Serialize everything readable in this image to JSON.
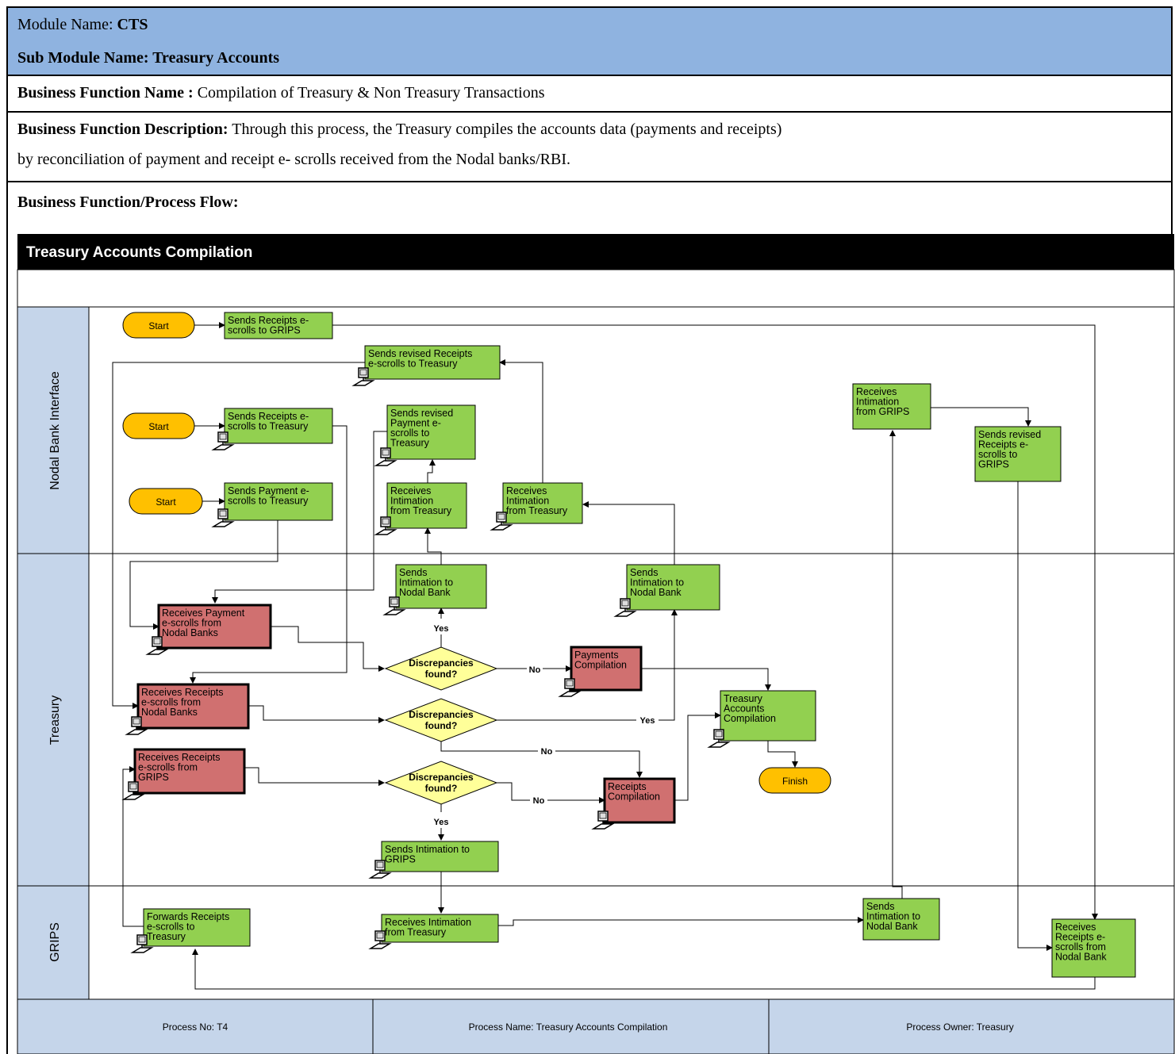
{
  "header": {
    "module_label": "Module Name: ",
    "module_value": "CTS",
    "submodule": "Sub Module Name: Treasury Accounts",
    "bf_name_label": "Business Function Name : ",
    "bf_name_value": "Compilation of Treasury & Non Treasury Transactions",
    "bf_desc_label": "Business Function Description:",
    "bf_desc_line1": " Through this process, the Treasury compiles the accounts data (payments and receipts)",
    "bf_desc_line2": "by reconciliation of payment and receipt e- scrolls received from the Nodal banks/RBI.",
    "flow_label": "Business Function/Process Flow:"
  },
  "diagram": {
    "title": "Treasury Accounts Compilation",
    "lanes": [
      "Nodal Bank Interface",
      "Treasury",
      "GRIPS"
    ],
    "starts": [
      "Start",
      "Start",
      "Start"
    ],
    "finish": "Finish",
    "nodes": {
      "n1": [
        "Sends Receipts e-",
        "scrolls to GRIPS"
      ],
      "n2": [
        "Sends revised Receipts",
        "e-scrolls to Treasury"
      ],
      "n3": [
        "Sends Receipts e-",
        "scrolls to Treasury"
      ],
      "n4": [
        "Sends revised",
        "Payment e-",
        "scrolls to",
        "Treasury"
      ],
      "n5": [
        "Sends Payment e-",
        "scrolls to Treasury"
      ],
      "n6": [
        "Receives",
        "Intimation",
        "from Treasury"
      ],
      "n7": [
        "Receives",
        "Intimation",
        "from Treasury"
      ],
      "n8": [
        "Receives",
        "Intimation",
        "from GRIPS"
      ],
      "n9": [
        "Sends revised",
        "Receipts e-",
        "scrolls to",
        "GRIPS"
      ],
      "t1": [
        "Sends",
        "Intimation to",
        "Nodal Bank"
      ],
      "t2": [
        "Sends",
        "Intimation to",
        "Nodal Bank"
      ],
      "t3": [
        "Receives Payment",
        "e-scrolls from",
        "Nodal Banks"
      ],
      "t4": [
        "Payments",
        "Compilation"
      ],
      "t5": [
        "Receives Receipts",
        "e-scrolls from",
        "Nodal Banks"
      ],
      "t6": [
        "Treasury",
        "Accounts",
        "Compilation"
      ],
      "t7": [
        "Receives Receipts",
        "e-scrolls from",
        "GRIPS"
      ],
      "t8": [
        "Receipts",
        "Compilation"
      ],
      "t9": [
        "Sends Intimation to",
        "GRIPS"
      ],
      "g1": [
        "Forwards Receipts",
        "e-scrolls to",
        "Treasury"
      ],
      "g2": [
        "Receives Intimation",
        "from Treasury"
      ],
      "g3": [
        "Sends",
        "Intimation to",
        "Nodal Bank"
      ],
      "g4": [
        "Receives",
        "Receipts e-",
        "scrolls from",
        "Nodal Bank"
      ]
    },
    "decisions": [
      [
        "Discrepancies",
        "found?"
      ],
      [
        "Discrepancies",
        "found?"
      ],
      [
        "Discrepancies",
        "found?"
      ]
    ],
    "edge_labels": {
      "yes": "Yes",
      "no": "No"
    },
    "footer": {
      "process_no": "Process No: T4",
      "process_name": "Process Name: Treasury Accounts Compilation",
      "process_owner": "Process Owner: Treasury"
    },
    "colors": {
      "green": "#92d050",
      "red": "#d07070",
      "start": "#ffc000",
      "diamond": "#ffff99",
      "lane": "#c5d5ea",
      "header_blue": "#8fb3e0"
    }
  }
}
